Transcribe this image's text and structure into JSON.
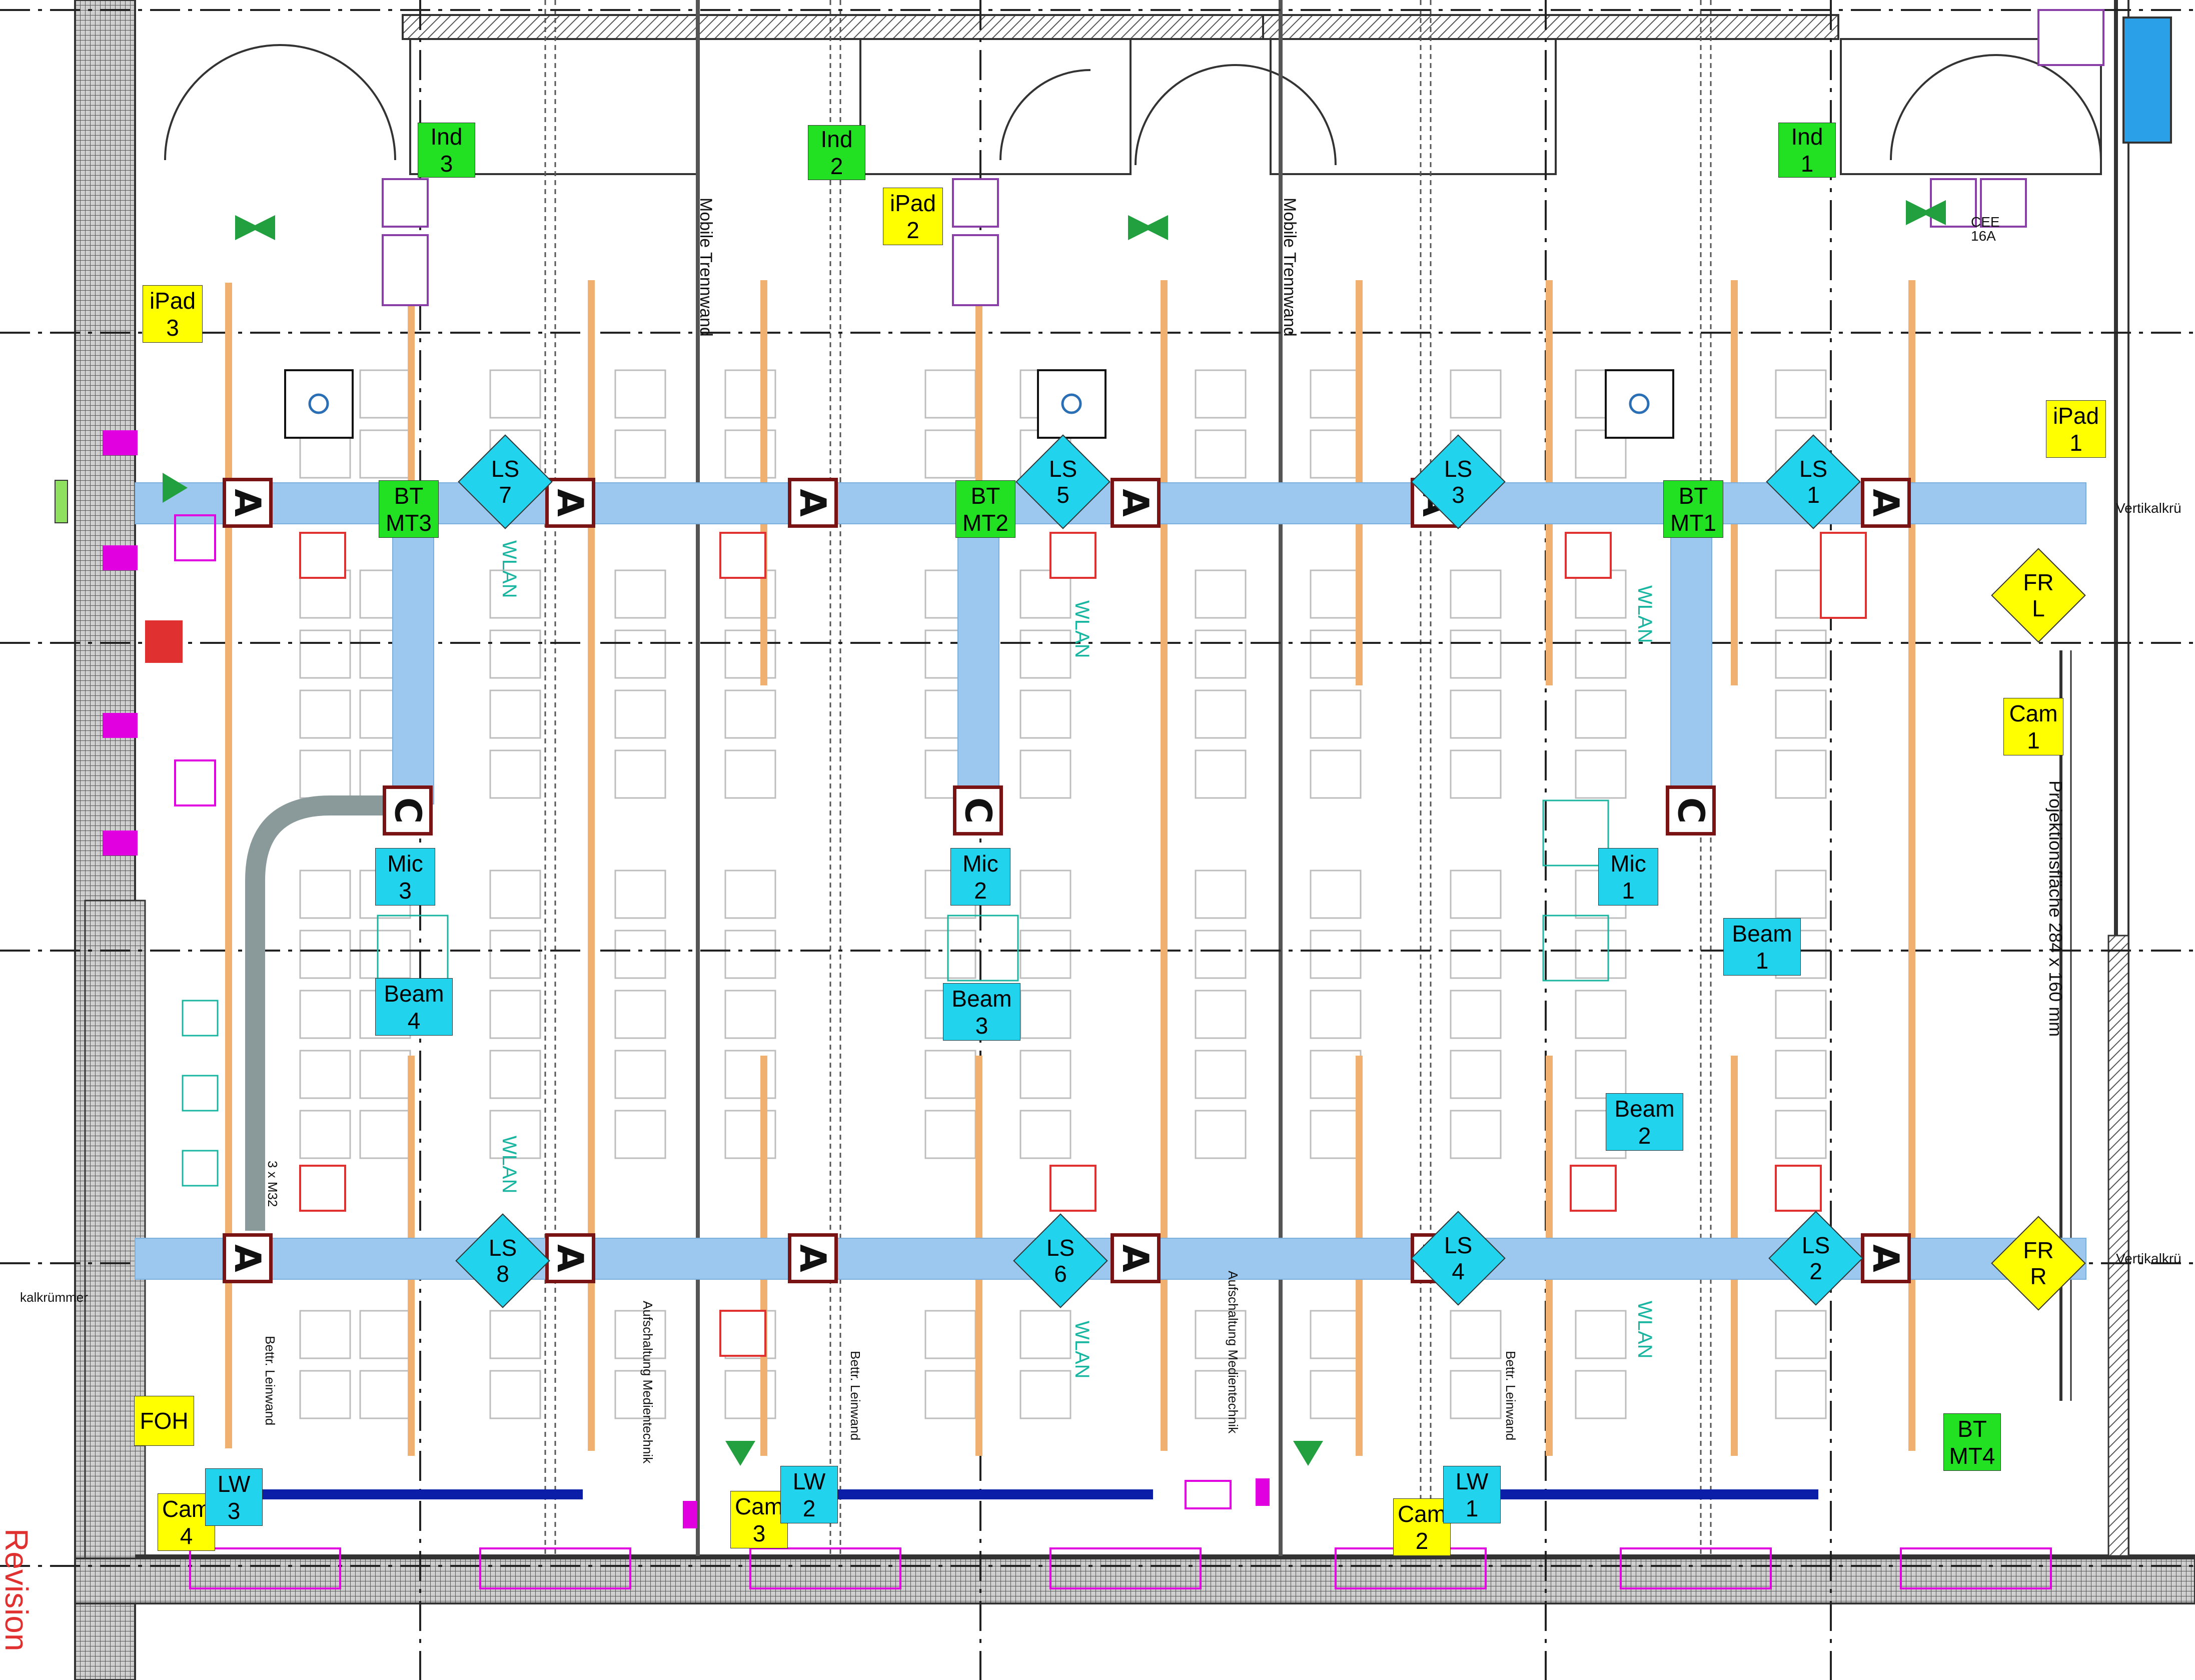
{
  "drawing": {
    "walls": {
      "partition_label": "Mobile Trennwand",
      "projection_label": "Projektionsfläche 284 x 160 mm",
      "vertical_label": "Vertikalkrü",
      "left_edge_label": "kalkrümmer",
      "revision_label": "Revision",
      "cee_label": "CEE 16A",
      "cable_label": "3 x M32",
      "media_label": "Aufschaltung Medientechnik",
      "screen_label": "Bettr. Leinwand",
      "wlan_label": "WLAN"
    },
    "tags": {
      "ind3": [
        "Ind",
        "3"
      ],
      "ind2": [
        "Ind",
        "2"
      ],
      "ind1": [
        "Ind",
        "1"
      ],
      "ipad3": [
        "iPad",
        "3"
      ],
      "ipad2": [
        "iPad",
        "2"
      ],
      "ipad1": [
        "iPad",
        "1"
      ],
      "bt_mt3": [
        "BT",
        "MT3"
      ],
      "bt_mt2": [
        "BT",
        "MT2"
      ],
      "bt_mt1": [
        "BT",
        "MT1"
      ],
      "bt_mt4": [
        "BT",
        "MT4"
      ],
      "mic3": [
        "Mic",
        "3"
      ],
      "mic2": [
        "Mic",
        "2"
      ],
      "mic1": [
        "Mic",
        "1"
      ],
      "beam4": [
        "Beam",
        "4"
      ],
      "beam3": [
        "Beam",
        "3"
      ],
      "beam1": [
        "Beam",
        "1"
      ],
      "beam2": [
        "Beam",
        "2"
      ],
      "cam1": [
        "Cam",
        "1"
      ],
      "cam2": [
        "Cam",
        "2"
      ],
      "cam3": [
        "Cam",
        "3"
      ],
      "cam4": [
        "Cam",
        "4"
      ],
      "lw1": [
        "LW",
        "1"
      ],
      "lw2": [
        "LW",
        "2"
      ],
      "lw3": [
        "LW",
        "3"
      ],
      "foh": [
        "FOH"
      ],
      "ls1": [
        "LS",
        "1"
      ],
      "ls2": [
        "LS",
        "2"
      ],
      "ls3": [
        "LS",
        "3"
      ],
      "ls4": [
        "LS",
        "4"
      ],
      "ls5": [
        "LS",
        "5"
      ],
      "ls6": [
        "LS",
        "6"
      ],
      "ls7": [
        "LS",
        "7"
      ],
      "ls8": [
        "LS",
        "8"
      ],
      "frl": [
        "FR",
        "L"
      ],
      "frr": [
        "FR",
        "R"
      ]
    },
    "box_letters": {
      "a": "A",
      "c": "C"
    },
    "colors": {
      "tray": "#9cc8f0",
      "light_strip": "#f0b070",
      "box_border": "#7a1414",
      "tag_green": "#22e022",
      "tag_yellow": "#ffff00",
      "tag_cyan": "#22d3ee",
      "hatch": "#555555",
      "screen_bar": "#0a1ea8",
      "smoke_red": "#e03030",
      "magenta": "#e000e0"
    }
  }
}
